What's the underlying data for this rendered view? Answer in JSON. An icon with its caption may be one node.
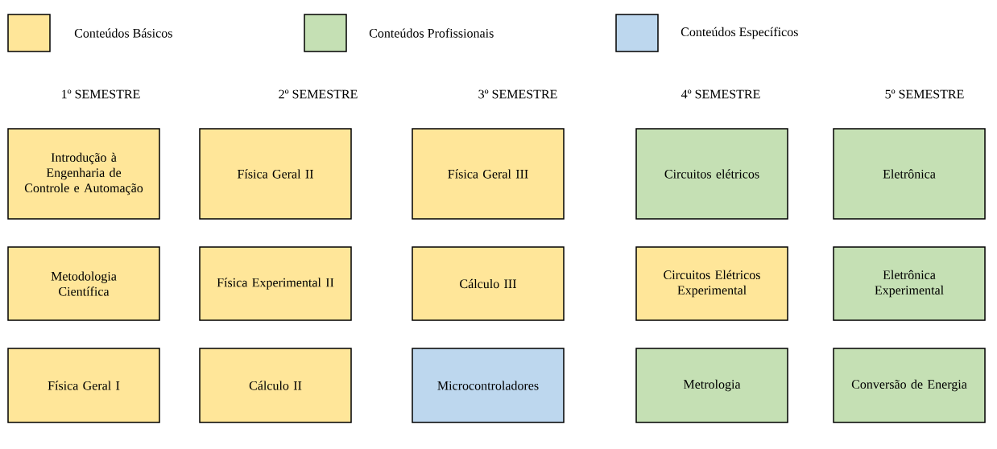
{
  "diagram": {
    "nodes": [
      {
        "text": [
          "Introdução à Engenharia de Controle e Automação"
        ]
      },
      {
        "text": [
          "Física Geral II"
        ]
      },
      {
        "text": [
          "Física Geral III"
        ]
      },
      {
        "text": [
          "Circuitos elétricos"
        ]
      },
      {
        "text": [
          "Eletrônica"
        ]
      },
      {
        "text": [
          "Metodologia Científica"
        ]
      },
      {
        "text": [
          "Física Experimental II"
        ]
      },
      {
        "text": [
          "Cálculo III"
        ]
      },
      {
        "text": [
          "Circuitos Elétricos Experimental"
        ]
      },
      {
        "text": [
          "Eletrônica Experimental"
        ]
      },
      {
        "text": [
          "Física Geral I"
        ]
      },
      {
        "text": [
          "Cálculo II"
        ]
      },
      {
        "text": [
          "Microcontroladores"
        ]
      },
      {
        "text": [
          "Metrologia"
        ]
      },
      {
        "text": [
          "Conversão de Energia"
        ]
      }
    ],
    "labels": [
      "1º SEMESTRE",
      "2º SEMESTRE",
      "3º SEMESTRE",
      "4º SEMESTRE",
      "5º SEMESTRE"
    ],
    "legend": [
      {
        "text": "Conteúdos Básicos",
        "color": "#ffe699"
      },
      {
        "text": "Conteúdos Profissionais",
        "color": "#c5e0b4"
      },
      {
        "text": "Conteúdos Específicos",
        "color": "#bdd7ee"
      }
    ]
  }
}
